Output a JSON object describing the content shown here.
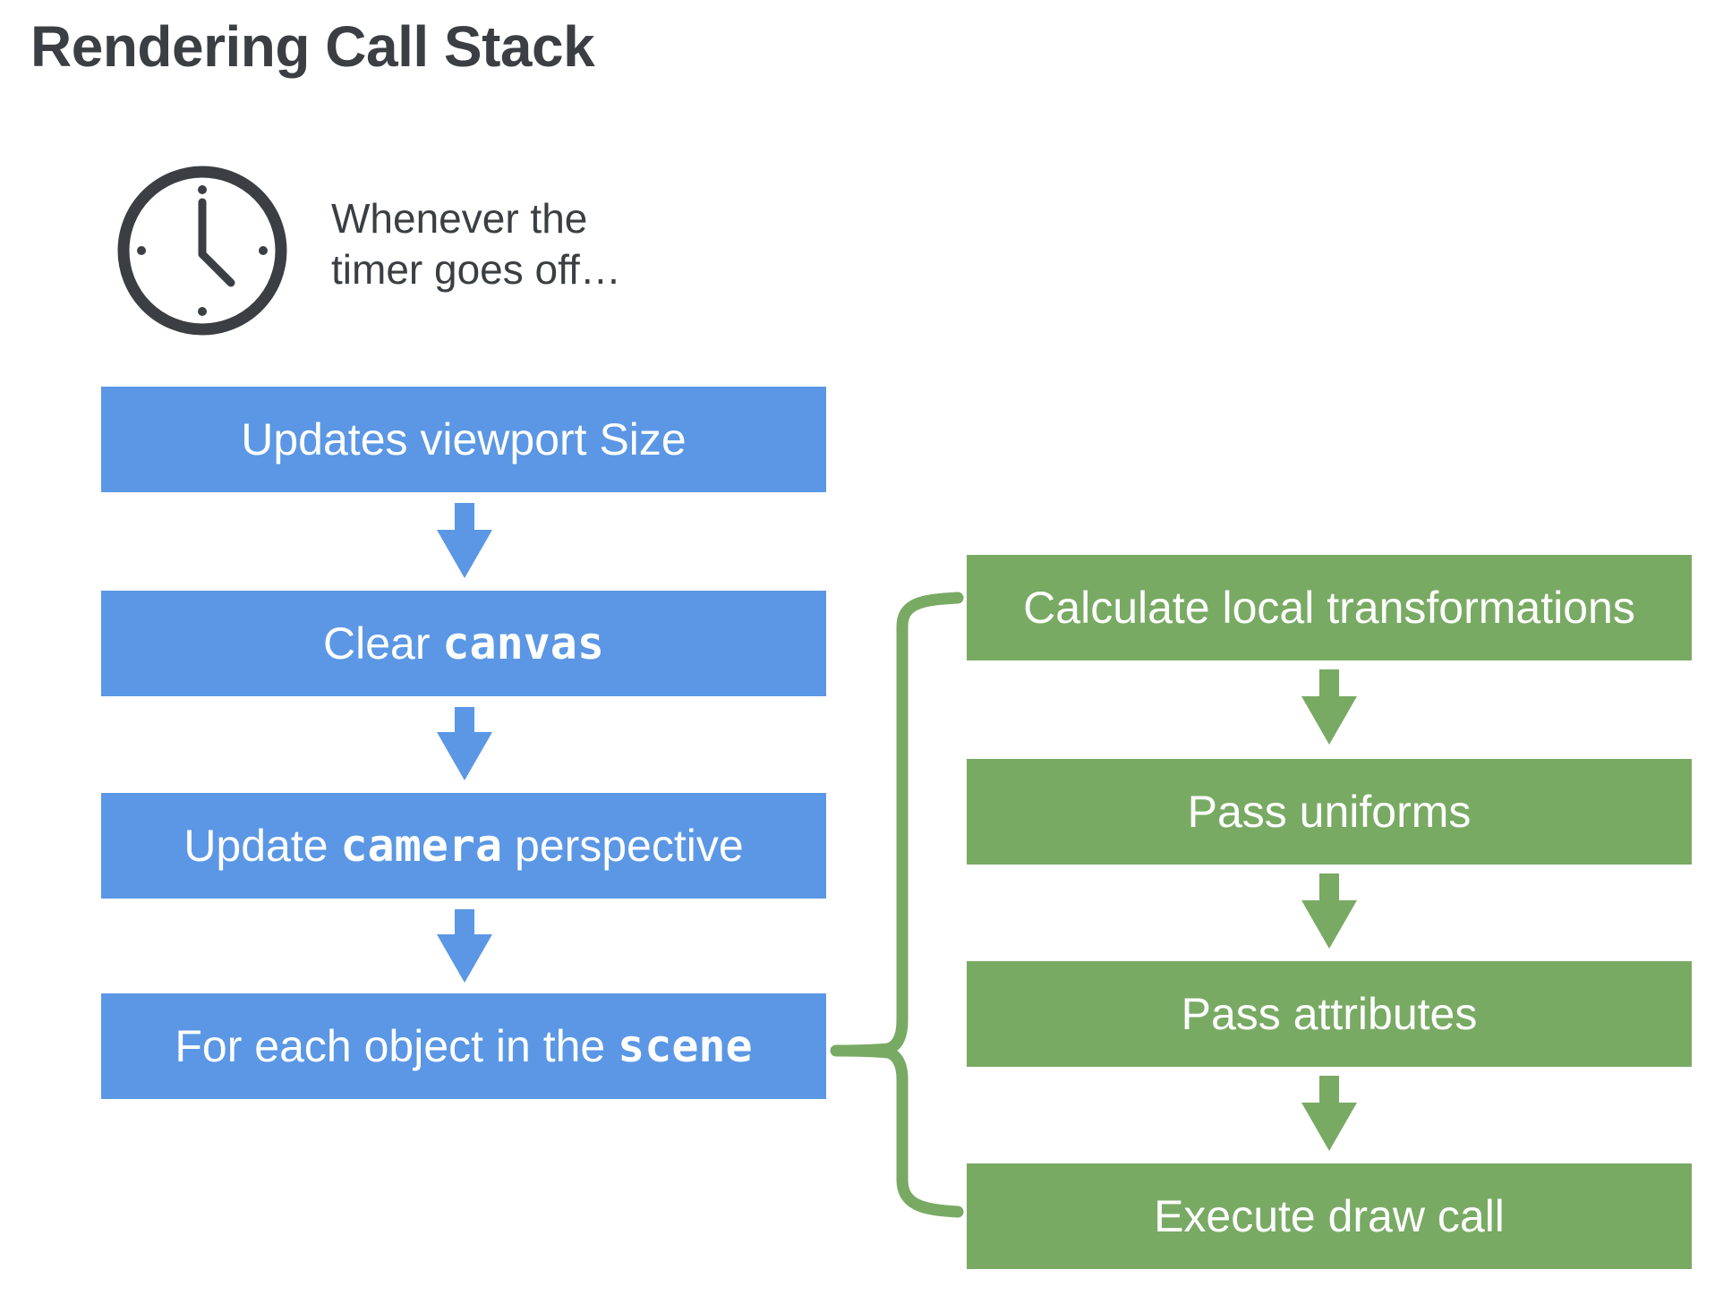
{
  "title": "Rendering Call Stack",
  "intro": {
    "line1": "Whenever the",
    "line2": "timer goes off…",
    "icon": "clock-icon"
  },
  "left_steps": [
    {
      "pre": "Updates viewport Size",
      "code": "",
      "post": ""
    },
    {
      "pre": "Clear ",
      "code": "canvas",
      "post": ""
    },
    {
      "pre": "Update ",
      "code": "camera",
      "post": " perspective"
    },
    {
      "pre": "For each object in the ",
      "code": "scene",
      "post": ""
    }
  ],
  "right_steps": [
    "Calculate local transformations",
    "Pass uniforms",
    "Pass attributes",
    "Execute draw call"
  ],
  "colors": {
    "blue": "#5b97e4",
    "green": "#79aa64",
    "title": "#3b3e42"
  }
}
